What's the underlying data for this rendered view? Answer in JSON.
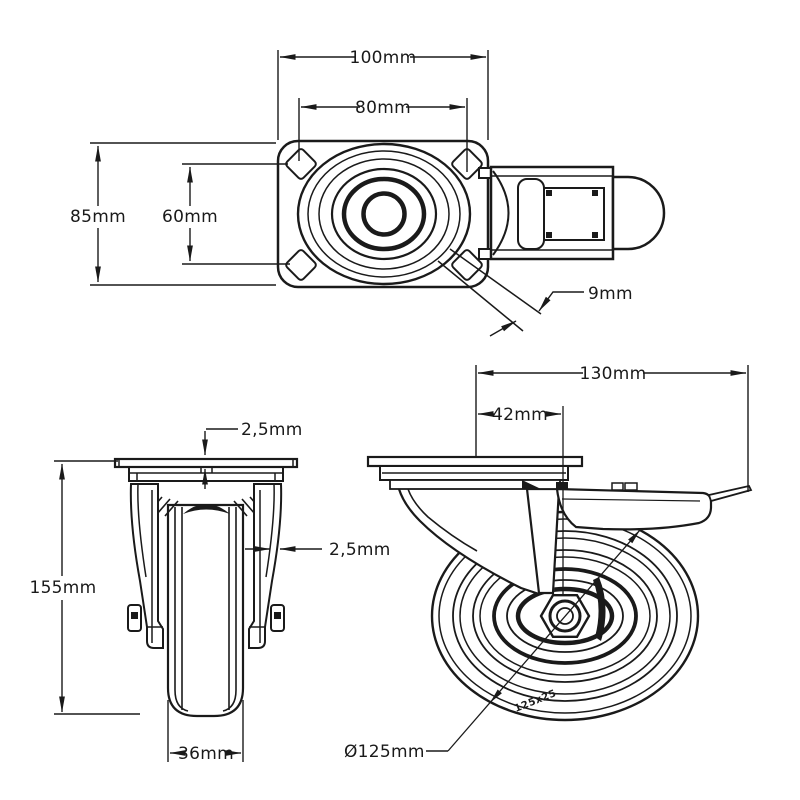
{
  "meta": {
    "type": "technical-drawing",
    "subject": "swivel plate caster with brake, three orthographic views",
    "line_color": "#1a1a1a",
    "background": "#ffffff"
  },
  "views": {
    "top": {
      "name": "top-view",
      "dims": {
        "plate_width": "100mm",
        "bolt_pattern_width": "80mm",
        "plate_depth": "85mm",
        "bolt_pattern_depth": "60mm",
        "bolt_hole_diameter": "9mm"
      }
    },
    "front": {
      "name": "front-view",
      "dims": {
        "plate_thickness": "2,5mm",
        "fork_material_thickness": "2,5mm",
        "overall_height": "155mm",
        "wheel_width": "36mm"
      }
    },
    "side": {
      "name": "side-view",
      "dims": {
        "overall_length": "130mm",
        "swivel_offset": "42mm",
        "wheel_diameter": "Ø125mm"
      },
      "tire_marking": "125x25"
    }
  }
}
